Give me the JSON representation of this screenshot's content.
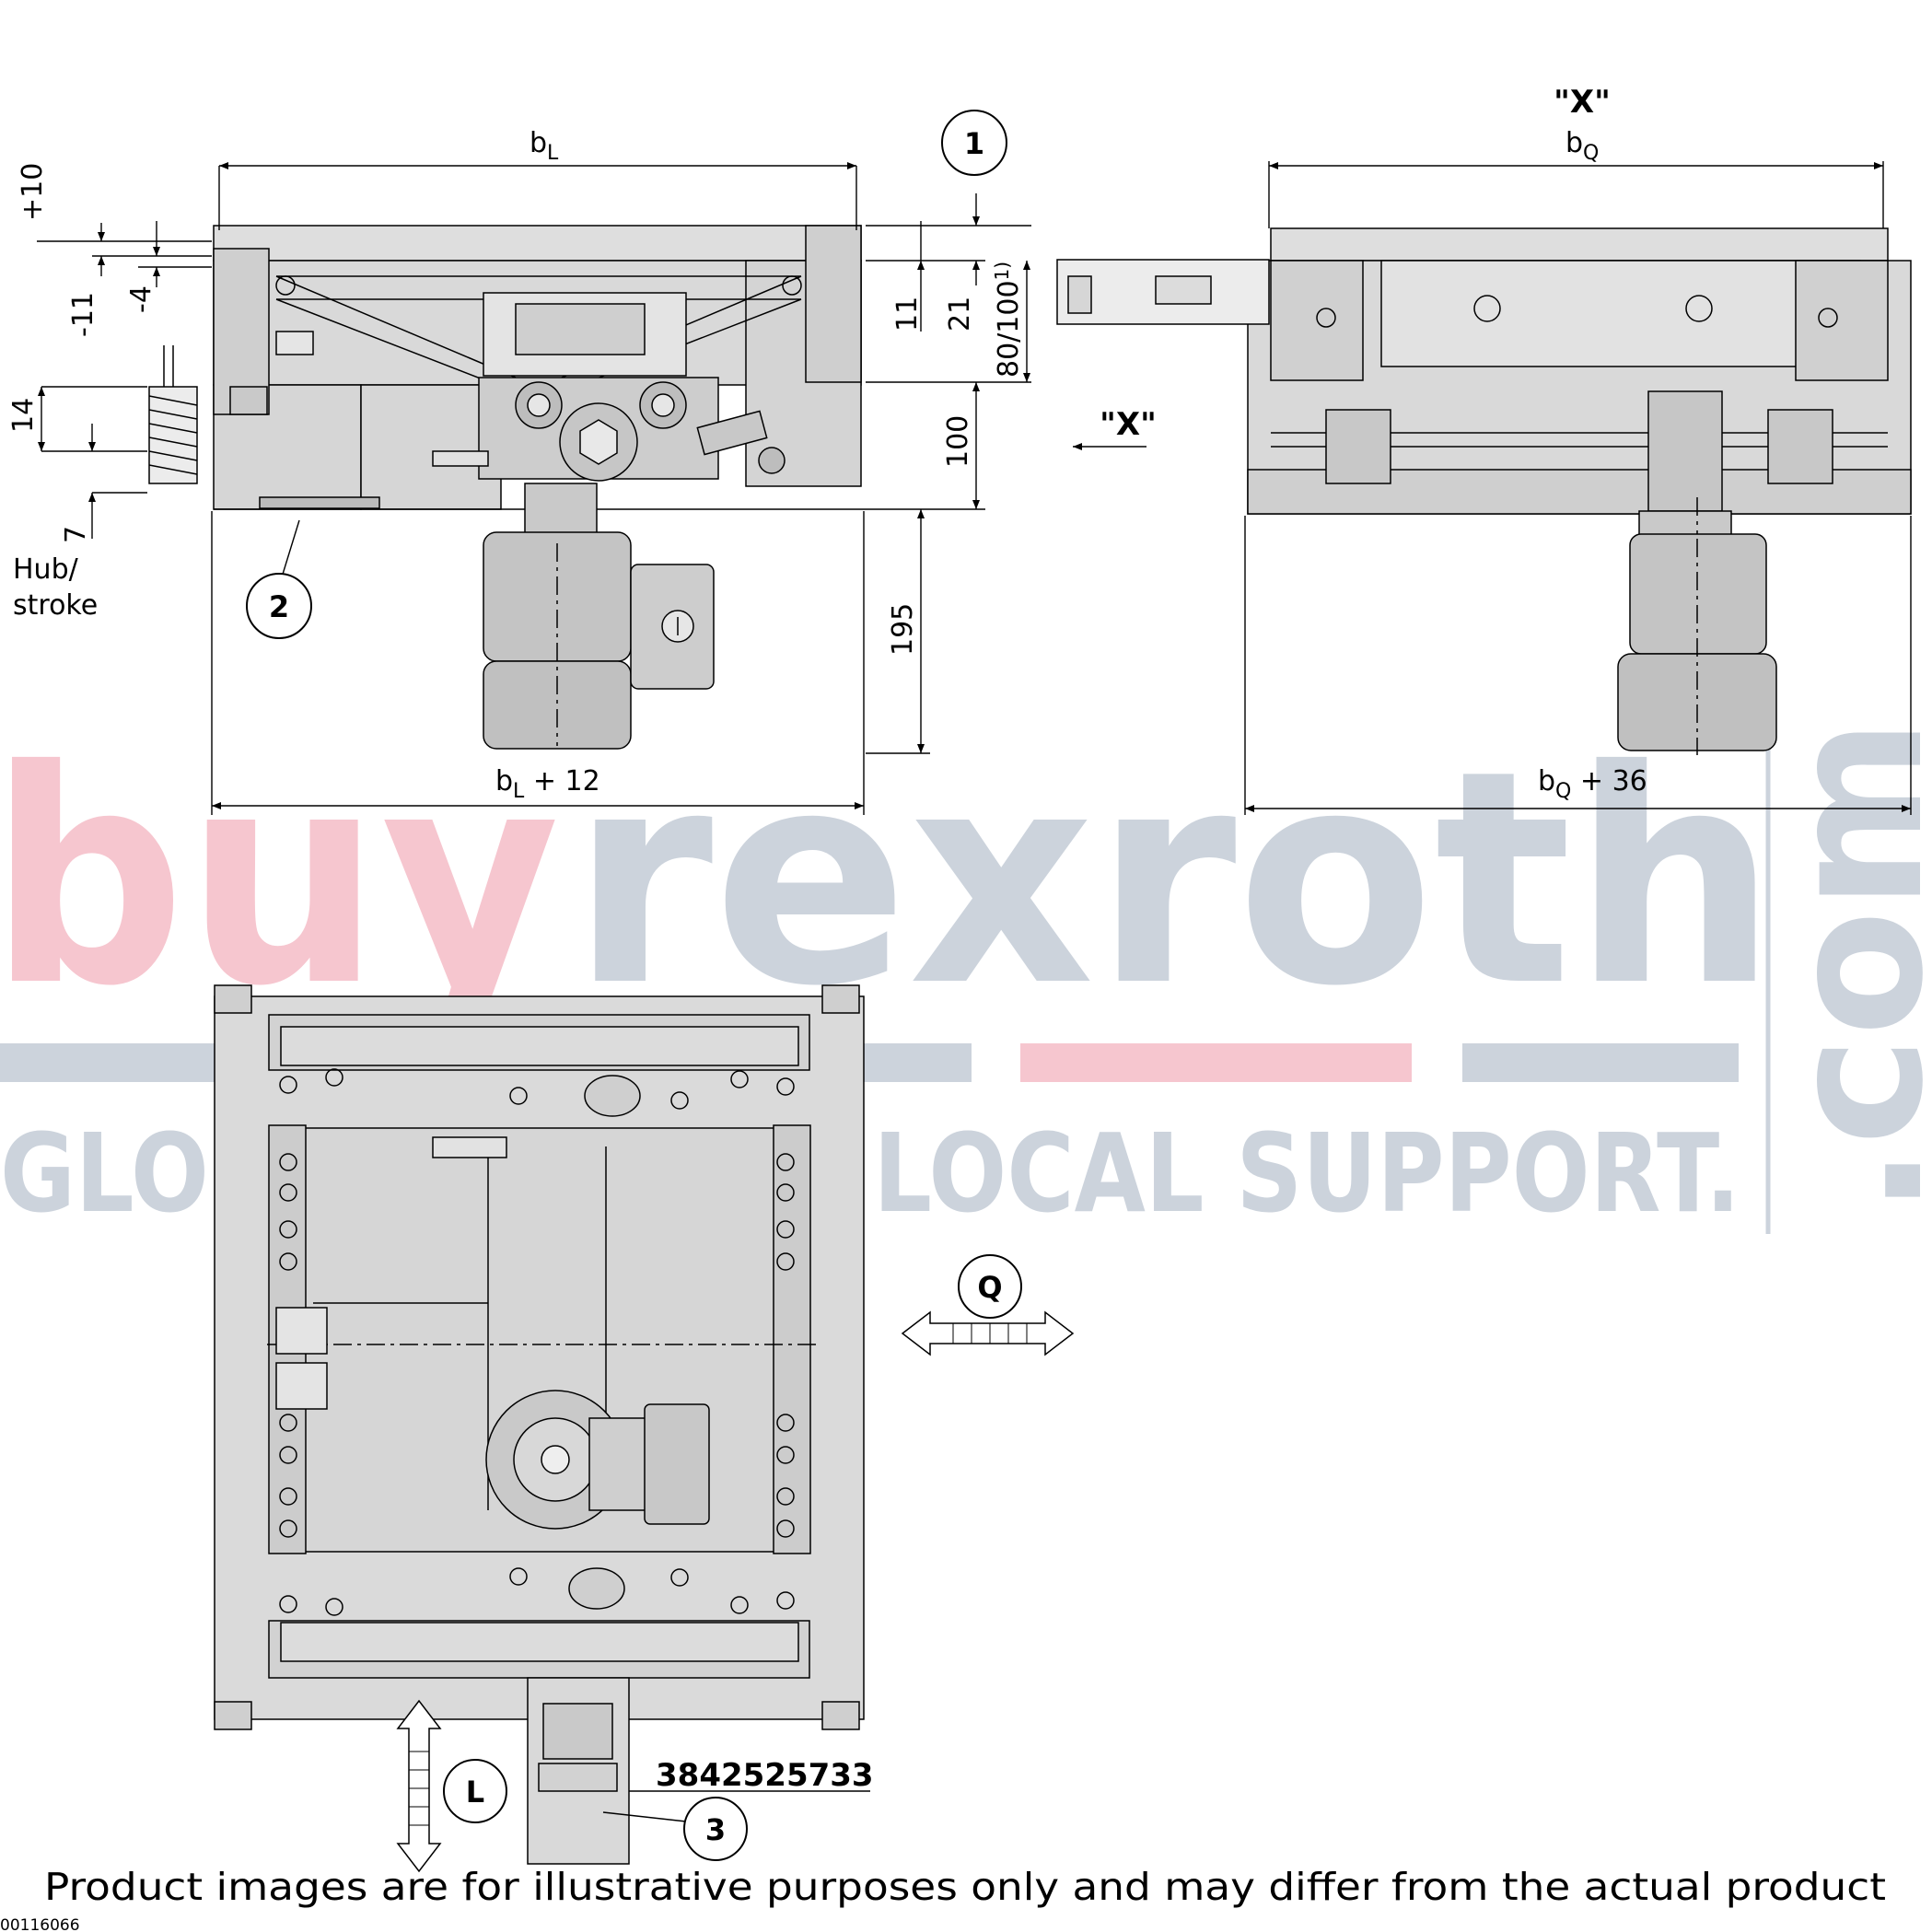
{
  "watermark": {
    "buy": "buy",
    "rexroth": "rexroth",
    "com": ".com",
    "tagline": "GLOBAL BRAND. LOCAL SUPPORT.",
    "colors": {
      "buy": "#f6c6cf",
      "rexroth": "#ccd3dc",
      "tagline": "#ccd3dc"
    }
  },
  "side_view": {
    "width_label": {
      "base": "b",
      "sub": "L"
    },
    "width_label_2": {
      "base": "b",
      "sub": "L",
      "suffix": " + 12"
    },
    "dims": {
      "d_plus10": "+10",
      "d_minus11": "-11",
      "d_minus4": "-4",
      "d_14": "14",
      "d_7": "7",
      "d_11": "11",
      "d_21": "21",
      "d_80_100": "80/100",
      "d_80_100_sup": "1)",
      "d_100": "100",
      "d_195": "195"
    },
    "stroke_label_1": "Hub/",
    "stroke_label_2": "stroke",
    "callout_1": "1",
    "callout_2": "2"
  },
  "end_view": {
    "view_label": "\"X\"",
    "width_label": {
      "base": "b",
      "sub": "Q"
    },
    "width_label_2": {
      "base": "b",
      "sub": "Q",
      "suffix": " + 36"
    },
    "arrow_label": "\"X\""
  },
  "top_view": {
    "direction_q": "Q",
    "direction_l": "L",
    "callout_3": "3",
    "part_number": "3842525733"
  },
  "footer": {
    "disclaimer": "Product images are for illustrative purposes only and may differ from the actual product",
    "image_code": "00116066"
  }
}
